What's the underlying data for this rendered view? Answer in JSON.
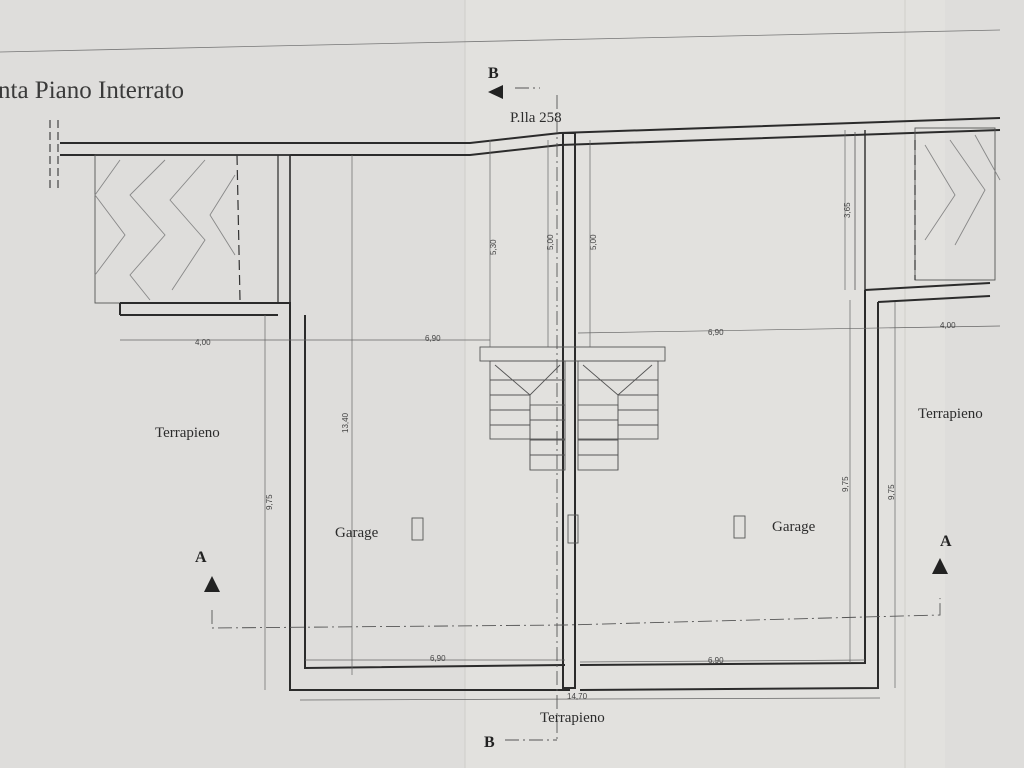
{
  "title": "nta Piano Interrato",
  "parcel": "P.lla 258",
  "section_b": "B",
  "section_a": "A",
  "rooms": {
    "garage_left": "Garage",
    "garage_right": "Garage",
    "terrapieno_left": "Terrapieno",
    "terrapieno_right": "Terrapieno",
    "terrapieno_bottom": "Terrapieno"
  },
  "dimensions": {
    "left_width": "4,00",
    "left_garage_width": "6,90",
    "right_garage_width": "6,90",
    "right_width": "4,00",
    "depth_left_stairs": "5,30",
    "depth_center_left": "5,00",
    "depth_center_right": "5,00",
    "depth_right_top": "3,65",
    "garage_depth": "13,40",
    "left_depth": "9,75",
    "right_inner_depth": "9,75",
    "right_outer_depth": "9,75",
    "bottom_left": "6,90",
    "bottom_right": "6,90",
    "total_width": "14,70"
  }
}
